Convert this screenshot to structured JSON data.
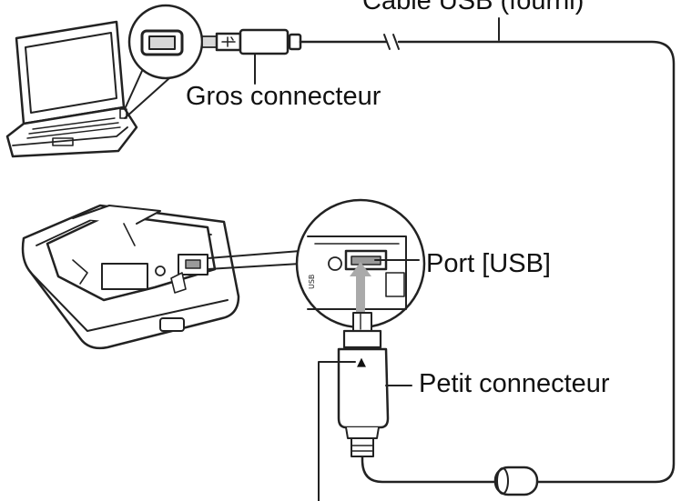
{
  "labels": {
    "cable": "Câble USB (fourni)",
    "large_connector": "Gros connecteur",
    "usb_port": "Port [USB]",
    "small_connector": "Petit connecteur"
  },
  "symbols": {
    "orientation_mark": "▲"
  },
  "colors": {
    "line": "#222222",
    "fill": "#ffffff",
    "shade": "#d8d8d8",
    "dark_shade": "#9a9a9a"
  },
  "icons": [
    "laptop-icon",
    "camera-dock-icon",
    "usb-plug-icon",
    "ferrite-core-icon"
  ]
}
